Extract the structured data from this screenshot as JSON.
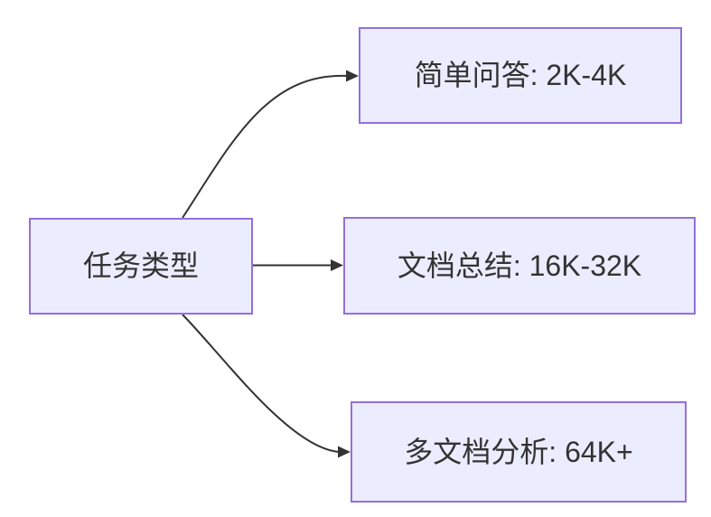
{
  "diagram": {
    "type": "flowchart-lr",
    "root": {
      "label": "任务类型"
    },
    "branches": [
      {
        "label": "简单问答: 2K-4K"
      },
      {
        "label": "文档总结: 16K-32K"
      },
      {
        "label": "多文档分析: 64K+"
      }
    ],
    "colors": {
      "node_fill": "#ECECFF",
      "node_border": "#9370DB",
      "edge": "#333333",
      "text": "#333333",
      "background": "#FFFFFF"
    }
  }
}
